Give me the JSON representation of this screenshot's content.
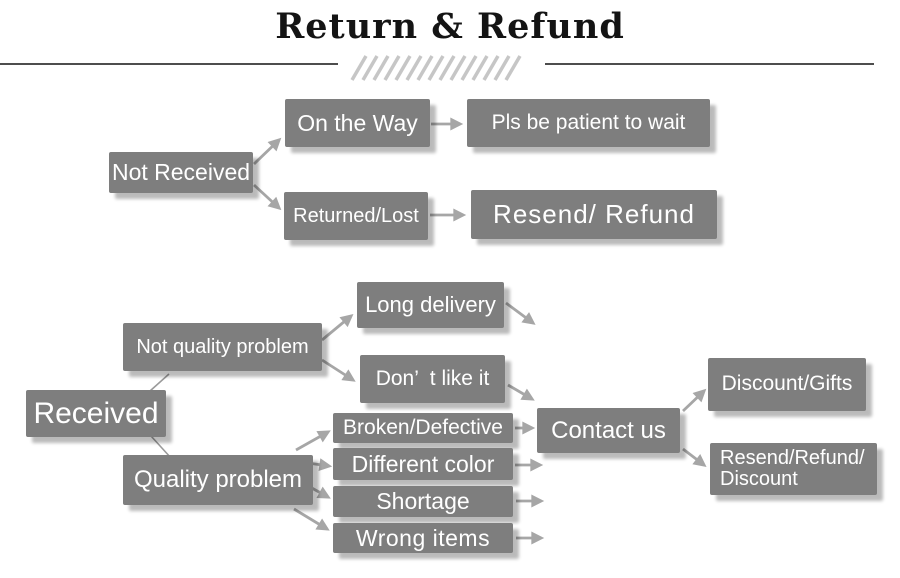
{
  "title": {
    "text": "Return & Refund"
  },
  "colors": {
    "box": "#7e7e7e",
    "box-text": "#ffffff",
    "arrow": "#a6a6a6",
    "link": "#9a9a9a",
    "rule": "#4d4d4d",
    "hatch": "#c6c6c6",
    "title": "#141414",
    "bg": "#ffffff"
  },
  "nodes": {
    "not_received": "Not Received",
    "on_the_way": "On the Way",
    "pls_be_patient": "Pls be patient to wait",
    "returned_lost": "Returned/Lost",
    "resend_refund": "Resend/ Refund",
    "received": "Received",
    "not_quality_problem": "Not quality problem",
    "long_delivery": "Long delivery",
    "dont_like_it": "Don’  t like it",
    "quality_problem": "Quality problem",
    "broken_defective": "Broken/Defective",
    "different_color": "Different color",
    "shortage": "Shortage",
    "wrong_items": "Wrong items",
    "contact_us": "Contact us",
    "discount_gifts": "Discount/Gifts",
    "resend_refund_discount": "Resend/Refund/\nDiscount"
  },
  "edges": [
    {
      "from": "not_received",
      "to": "on_the_way"
    },
    {
      "from": "not_received",
      "to": "returned_lost"
    },
    {
      "from": "on_the_way",
      "to": "pls_be_patient"
    },
    {
      "from": "returned_lost",
      "to": "resend_refund"
    },
    {
      "from": "received",
      "to": "not_quality_problem"
    },
    {
      "from": "received",
      "to": "quality_problem"
    },
    {
      "from": "not_quality_problem",
      "to": "long_delivery"
    },
    {
      "from": "not_quality_problem",
      "to": "dont_like_it"
    },
    {
      "from": "quality_problem",
      "to": "broken_defective"
    },
    {
      "from": "quality_problem",
      "to": "different_color"
    },
    {
      "from": "quality_problem",
      "to": "shortage"
    },
    {
      "from": "quality_problem",
      "to": "wrong_items"
    },
    {
      "from": "broken_defective",
      "to": "contact_us"
    },
    {
      "from": "contact_us",
      "to": "discount_gifts"
    },
    {
      "from": "contact_us",
      "to": "resend_refund_discount"
    }
  ]
}
